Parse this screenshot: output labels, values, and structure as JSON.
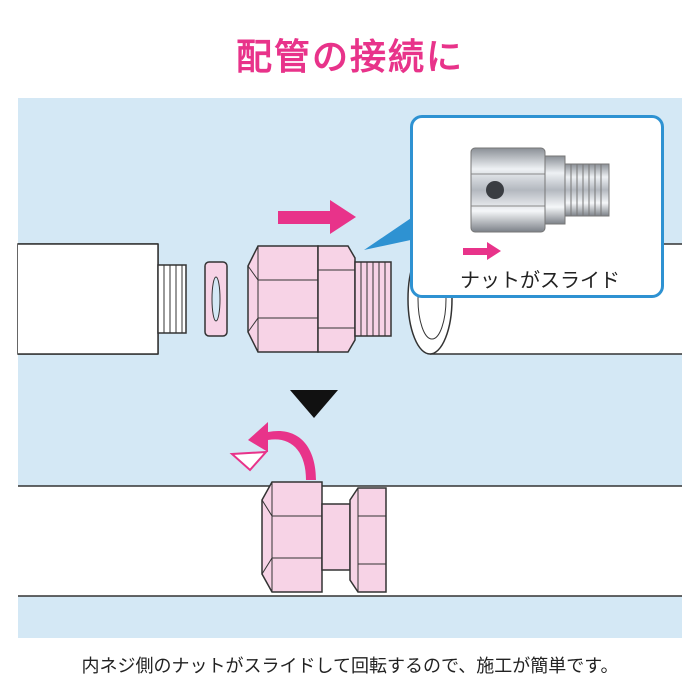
{
  "title": "配管の接続に",
  "callout_label": "ナットがスライド",
  "caption": "内ネジ側のナットがスライドして回転するので、施工が簡単です。",
  "colors": {
    "title": "#e8338a",
    "accent": "#e8338a",
    "panel": "#d4e8f5",
    "fitting": "#f7d3e6",
    "callout_border": "#2e92d2"
  }
}
